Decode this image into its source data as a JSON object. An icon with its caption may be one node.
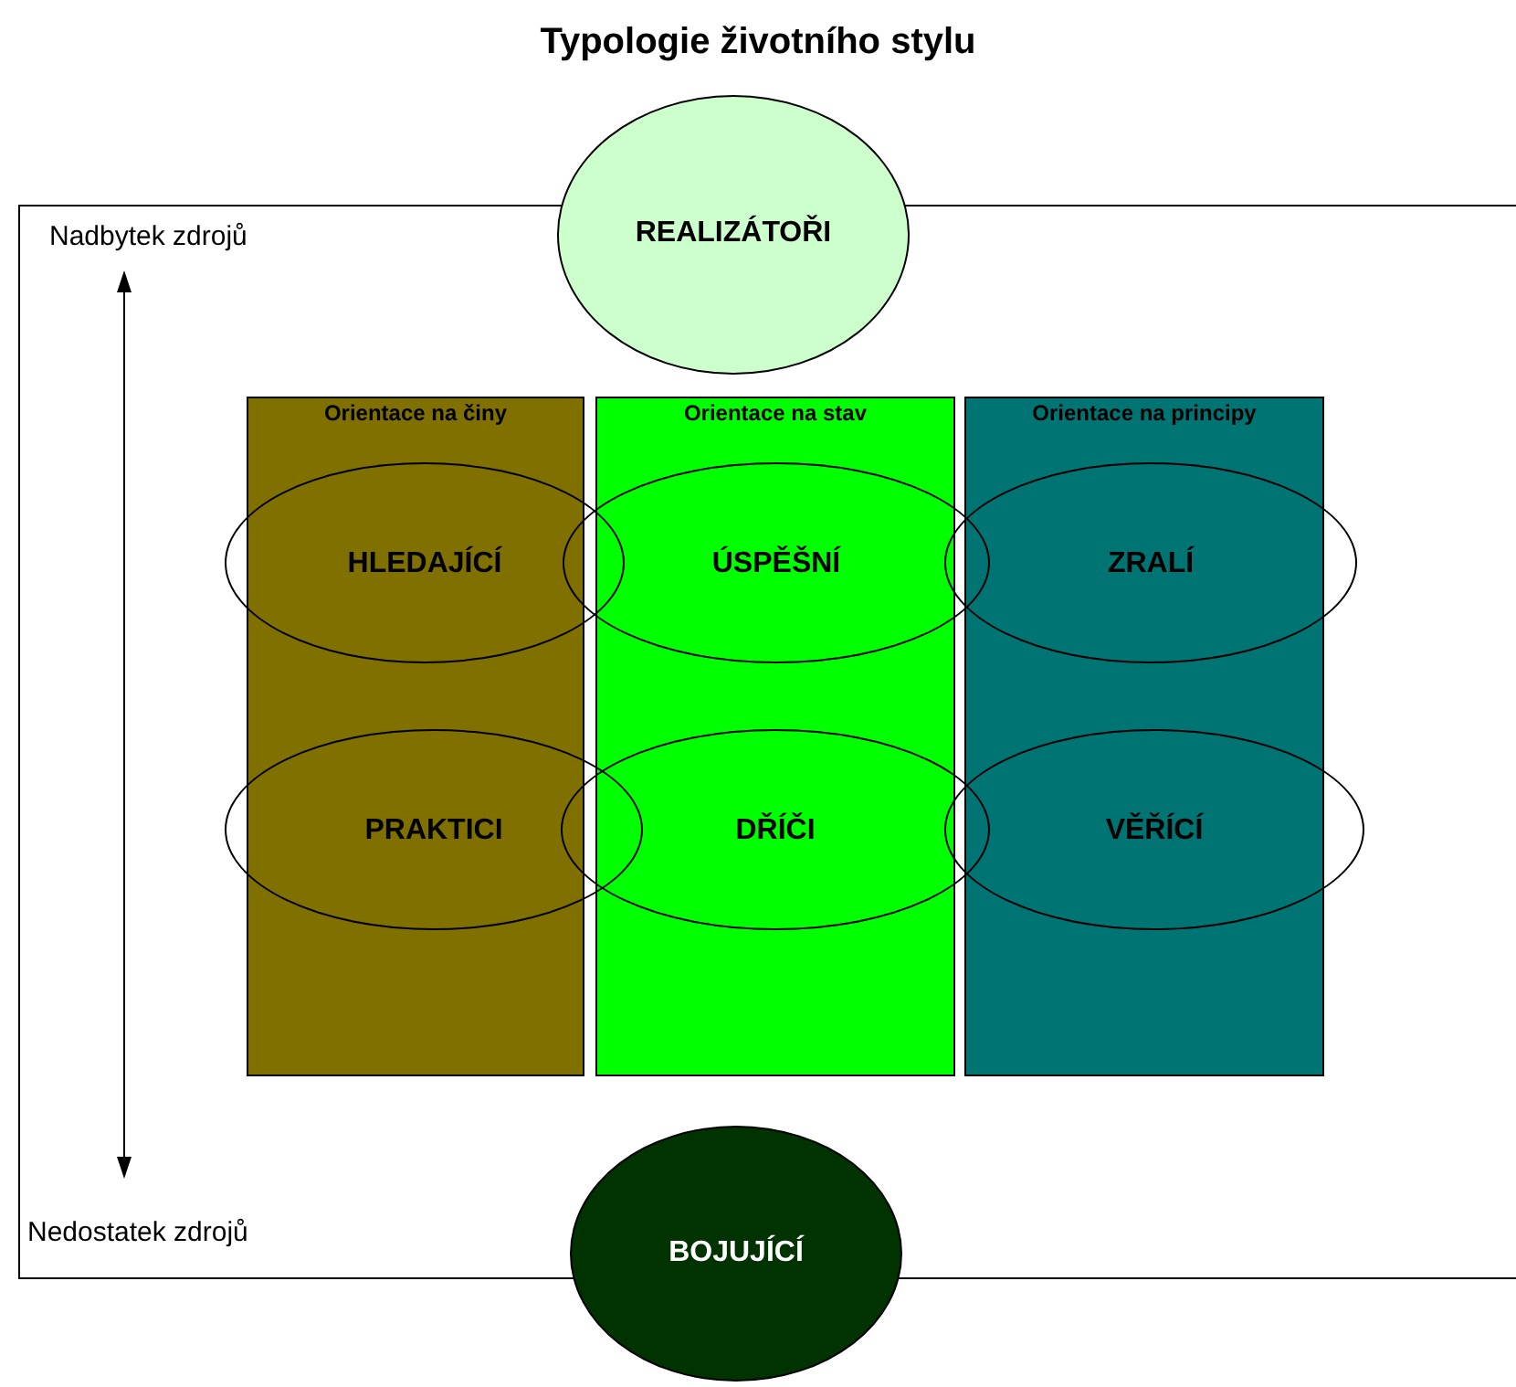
{
  "diagram": {
    "title": "Typologie životního stylu",
    "nodes": [
      {
        "text": [
          "Nadbytek zdrojů",
          "Nedostatek zdrojů"
        ]
      },
      {
        "text": [
          "REALIZÁTOŘI"
        ]
      },
      {
        "text": [
          "Orientace na činy"
        ],
        "in": 0
      },
      {
        "text": [
          "Orientace na stav"
        ],
        "in": 0
      },
      {
        "text": [
          "Orientace na principy"
        ],
        "in": 0
      },
      {
        "text": [
          "HLEDAJÍCÍ"
        ],
        "in": 0
      },
      {
        "text": [
          "ÚSPĚŠNÍ"
        ],
        "in": 0
      },
      {
        "text": [
          "ZRALÍ"
        ],
        "in": 0
      },
      {
        "text": [
          "PRAKTICI"
        ],
        "in": 0
      },
      {
        "text": [
          "DŘÍČI"
        ],
        "in": 0
      },
      {
        "text": [
          "VĚŘÍCÍ"
        ],
        "in": 0
      },
      {
        "text": [
          "BOJUJÍCÍ"
        ]
      }
    ]
  }
}
